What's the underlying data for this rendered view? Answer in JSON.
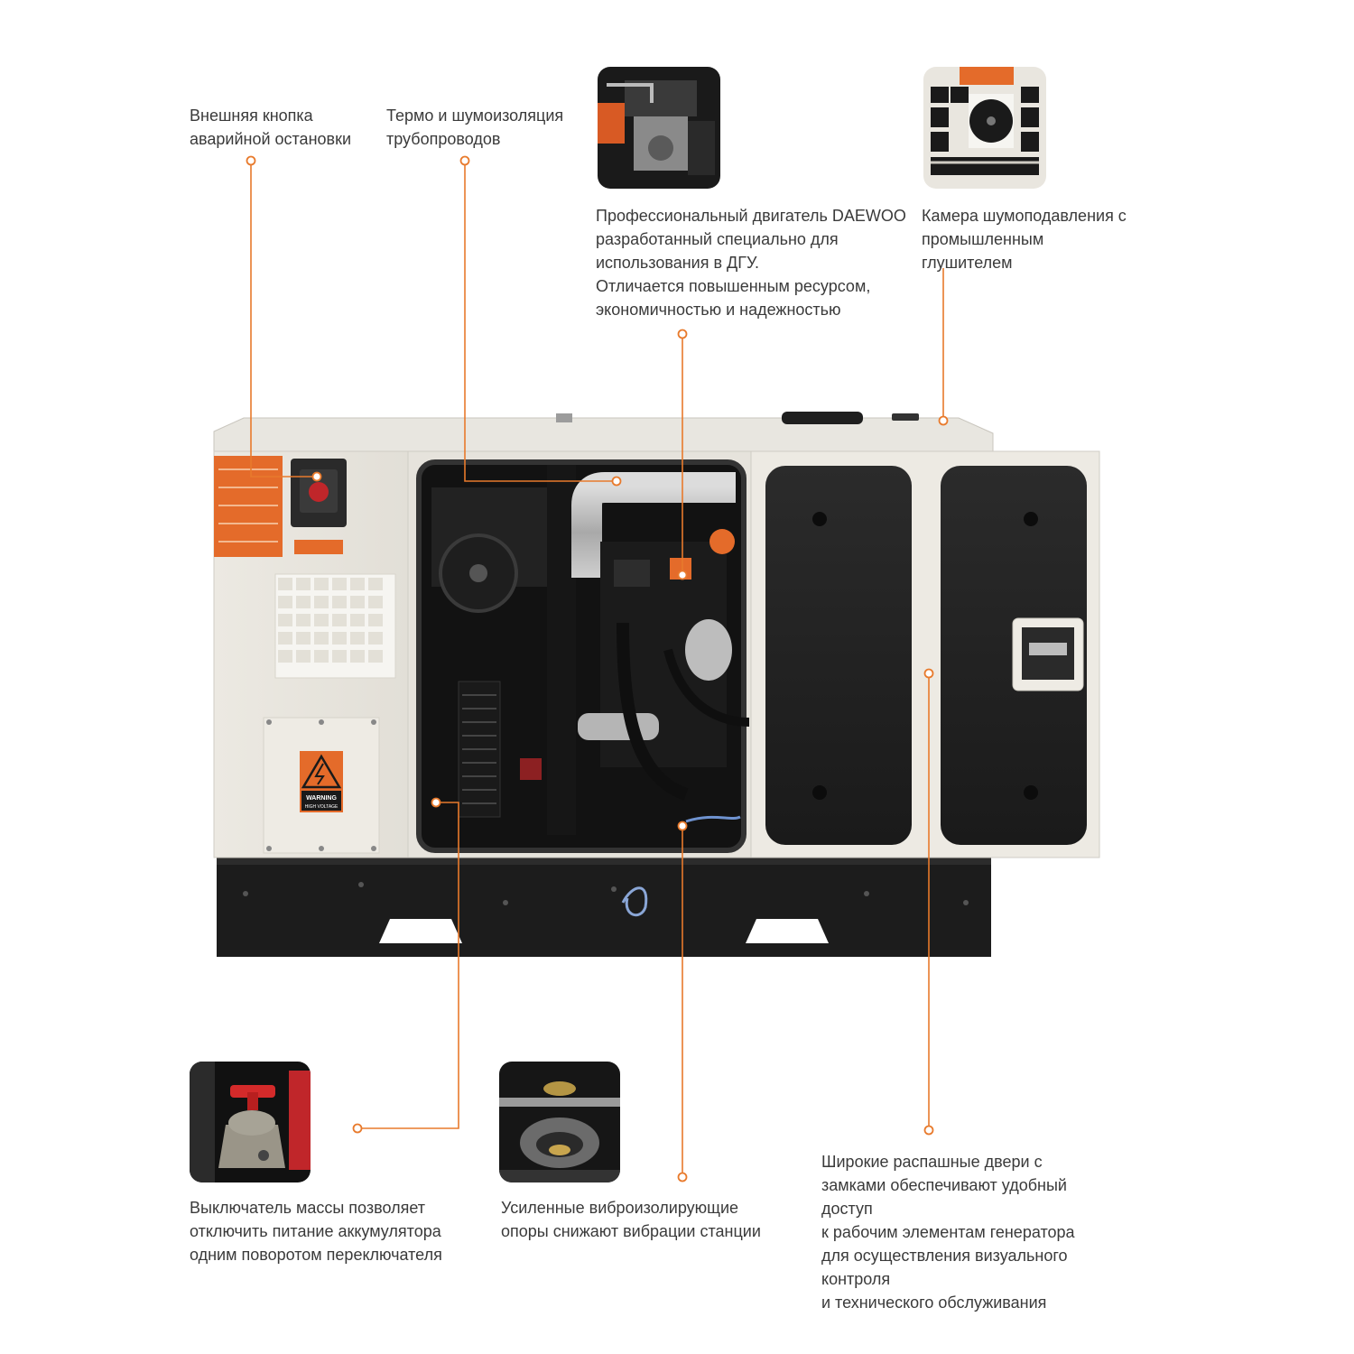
{
  "accent_color": "#e87a2c",
  "callouts": {
    "emergency_stop": {
      "text": "Внешняя кнопка\nаварийной остановки"
    },
    "pipe_insulation": {
      "text": "Термо и шумоизоляция\nтрубопроводов"
    },
    "engine": {
      "text": "Профессиональный двигатель DAEWOO\nразработанный специально для\nиспользования в ДГУ.\nОтличается повышенным ресурсом,\nэкономичностью и надежностью"
    },
    "muffler": {
      "text": "Камера шумоподавления с\nпромышленным\nглушителем"
    },
    "battery_switch": {
      "text": "Выключатель массы позволяет\nотключить питание аккумулятора\nодним поворотом переключателя"
    },
    "vibration_mounts": {
      "text": "Усиленные виброизолирующие\nопоры снижают вибрации станции"
    },
    "doors": {
      "text": "Широкие распашные двери с\nзамками обеспечивают удобный\nдоступ\nк рабочим элементам генератора\nдля осуществления визуального\nконтроля\nи технического обслуживания"
    }
  },
  "warning_sign": {
    "line1": "WARNING",
    "line2": "HIGH VOLTAGE"
  }
}
